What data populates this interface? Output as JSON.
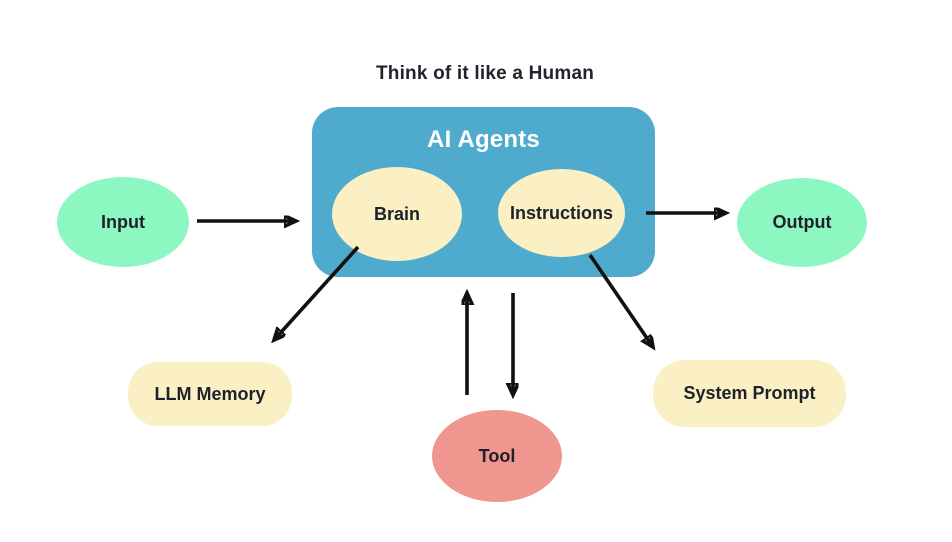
{
  "title": "Think of it like a Human",
  "agents_box": {
    "label": "AI Agents"
  },
  "nodes": {
    "input": {
      "label": "Input"
    },
    "brain": {
      "label": "Brain"
    },
    "instructions": {
      "label": "Instructions"
    },
    "output": {
      "label": "Output"
    },
    "llm_memory": {
      "label": "LLM Memory"
    },
    "tool": {
      "label": "Tool"
    },
    "system_prompt": {
      "label": "System Prompt"
    }
  },
  "edges": [
    {
      "from": "input",
      "to": "ai-agents",
      "direction": "right"
    },
    {
      "from": "instructions",
      "to": "output",
      "direction": "right"
    },
    {
      "from": "brain",
      "to": "llm_memory",
      "direction": "down-left"
    },
    {
      "from": "instructions",
      "to": "system_prompt",
      "direction": "down-right"
    },
    {
      "from": "tool",
      "to": "ai-agents",
      "direction": "up"
    },
    {
      "from": "ai-agents",
      "to": "tool",
      "direction": "down"
    }
  ],
  "colors": {
    "agents_box": "#4FABCE",
    "io_node": "#8CF7C1",
    "component_node": "#FAF0C3",
    "tool_node": "#F0968E",
    "arrow": "#111111",
    "title_text": "#20242C",
    "agents_label": "#FFFFFF"
  }
}
